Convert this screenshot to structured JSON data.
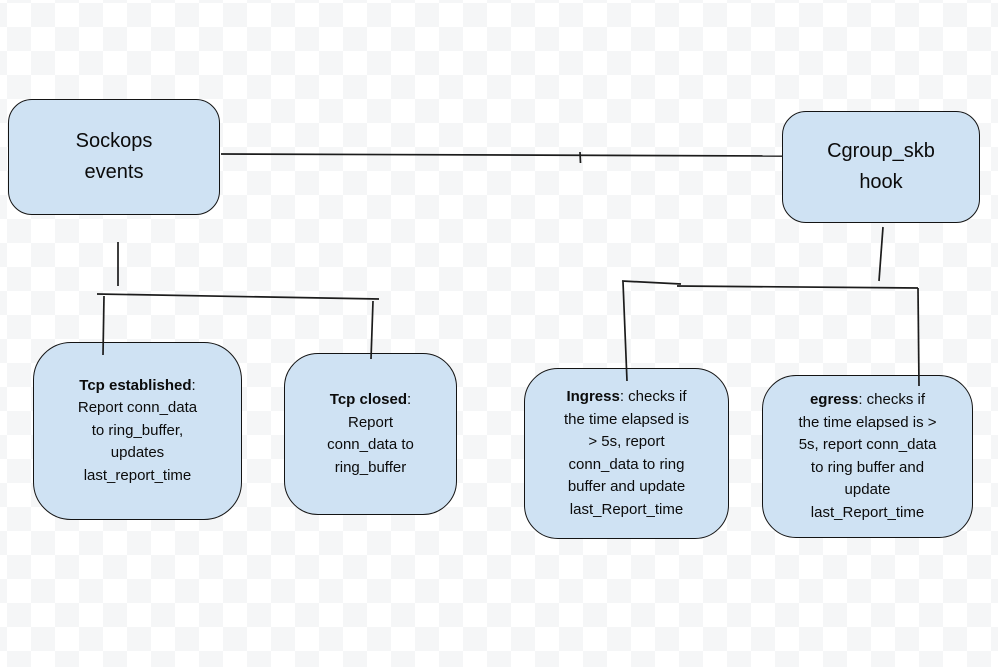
{
  "diagram": {
    "background": {
      "checker_light": "#ffffff",
      "checker_dark": "#f5f6f7"
    },
    "node_style": {
      "fill": "#cfe2f3",
      "border": "#141414",
      "text": "#0b0b0b"
    },
    "nodes": {
      "sockops": {
        "label": "Sockops\nevents"
      },
      "cgroup_skb": {
        "label": "Cgroup_skb\nhook"
      },
      "tcp_established": {
        "bold": "Tcp established",
        "rest": ":\nReport conn_data\nto ring_buffer,\nupdates\nlast_report_time"
      },
      "tcp_closed": {
        "bold": "Tcp closed",
        "rest": ":\nReport\nconn_data to\nring_buffer"
      },
      "ingress": {
        "bold": "Ingress",
        "rest": ": checks if\nthe time elapsed is\n> 5s, report\nconn_data to ring\nbuffer and update\nlast_Report_time"
      },
      "egress": {
        "bold": "egress",
        "rest": ": checks if\nthe time elapsed is >\n5s, report conn_data\nto ring buffer and\nupdate\nlast_Report_time"
      }
    },
    "edges": [
      {
        "from": "sockops",
        "to": "cgroup_skb"
      },
      {
        "from": "sockops",
        "to": "tcp_established"
      },
      {
        "from": "sockops",
        "to": "tcp_closed"
      },
      {
        "from": "cgroup_skb",
        "to": "ingress"
      },
      {
        "from": "cgroup_skb",
        "to": "egress"
      }
    ]
  }
}
